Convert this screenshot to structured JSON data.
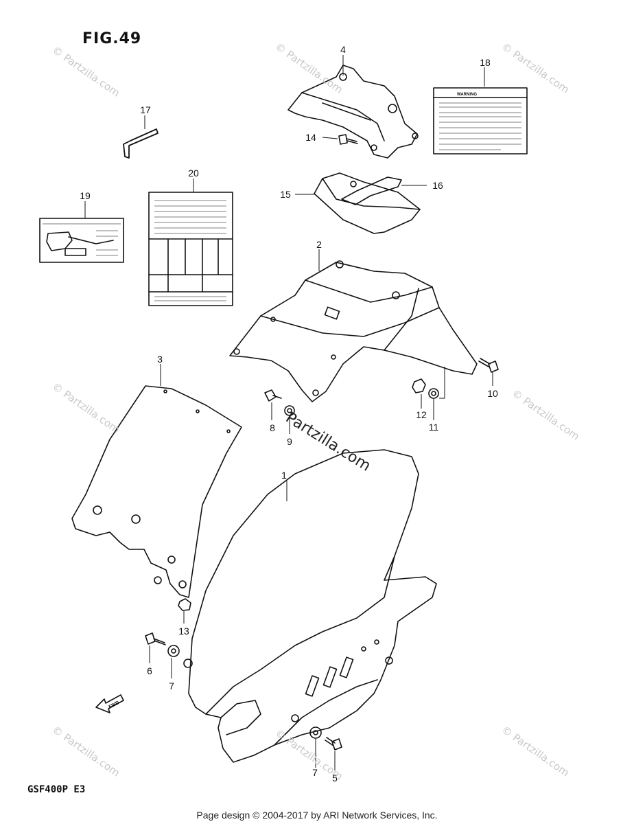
{
  "figure": {
    "title": "FIG.49",
    "model_code": "GSF400P  E3"
  },
  "footer": {
    "copyright": "Page design © 2004-2017 by ARI Network Services, Inc."
  },
  "watermark": {
    "text": "Partzilla.com",
    "center_text": "Partzilla.com"
  },
  "parts": [
    {
      "ref": "1"
    },
    {
      "ref": "2"
    },
    {
      "ref": "3"
    },
    {
      "ref": "4"
    },
    {
      "ref": "5"
    },
    {
      "ref": "6"
    },
    {
      "ref": "7"
    },
    {
      "ref": "7"
    },
    {
      "ref": "8"
    },
    {
      "ref": "9"
    },
    {
      "ref": "10"
    },
    {
      "ref": "11"
    },
    {
      "ref": "12"
    },
    {
      "ref": "13"
    },
    {
      "ref": "14"
    },
    {
      "ref": "15"
    },
    {
      "ref": "16"
    },
    {
      "ref": "17"
    },
    {
      "ref": "18"
    },
    {
      "ref": "19"
    },
    {
      "ref": "20"
    }
  ],
  "labels": {
    "warning_header": "WARNING",
    "fwd_arrow": "FWD"
  },
  "colors": {
    "line": "#111111",
    "watermark": "#c8c8c8",
    "background": "#ffffff"
  }
}
